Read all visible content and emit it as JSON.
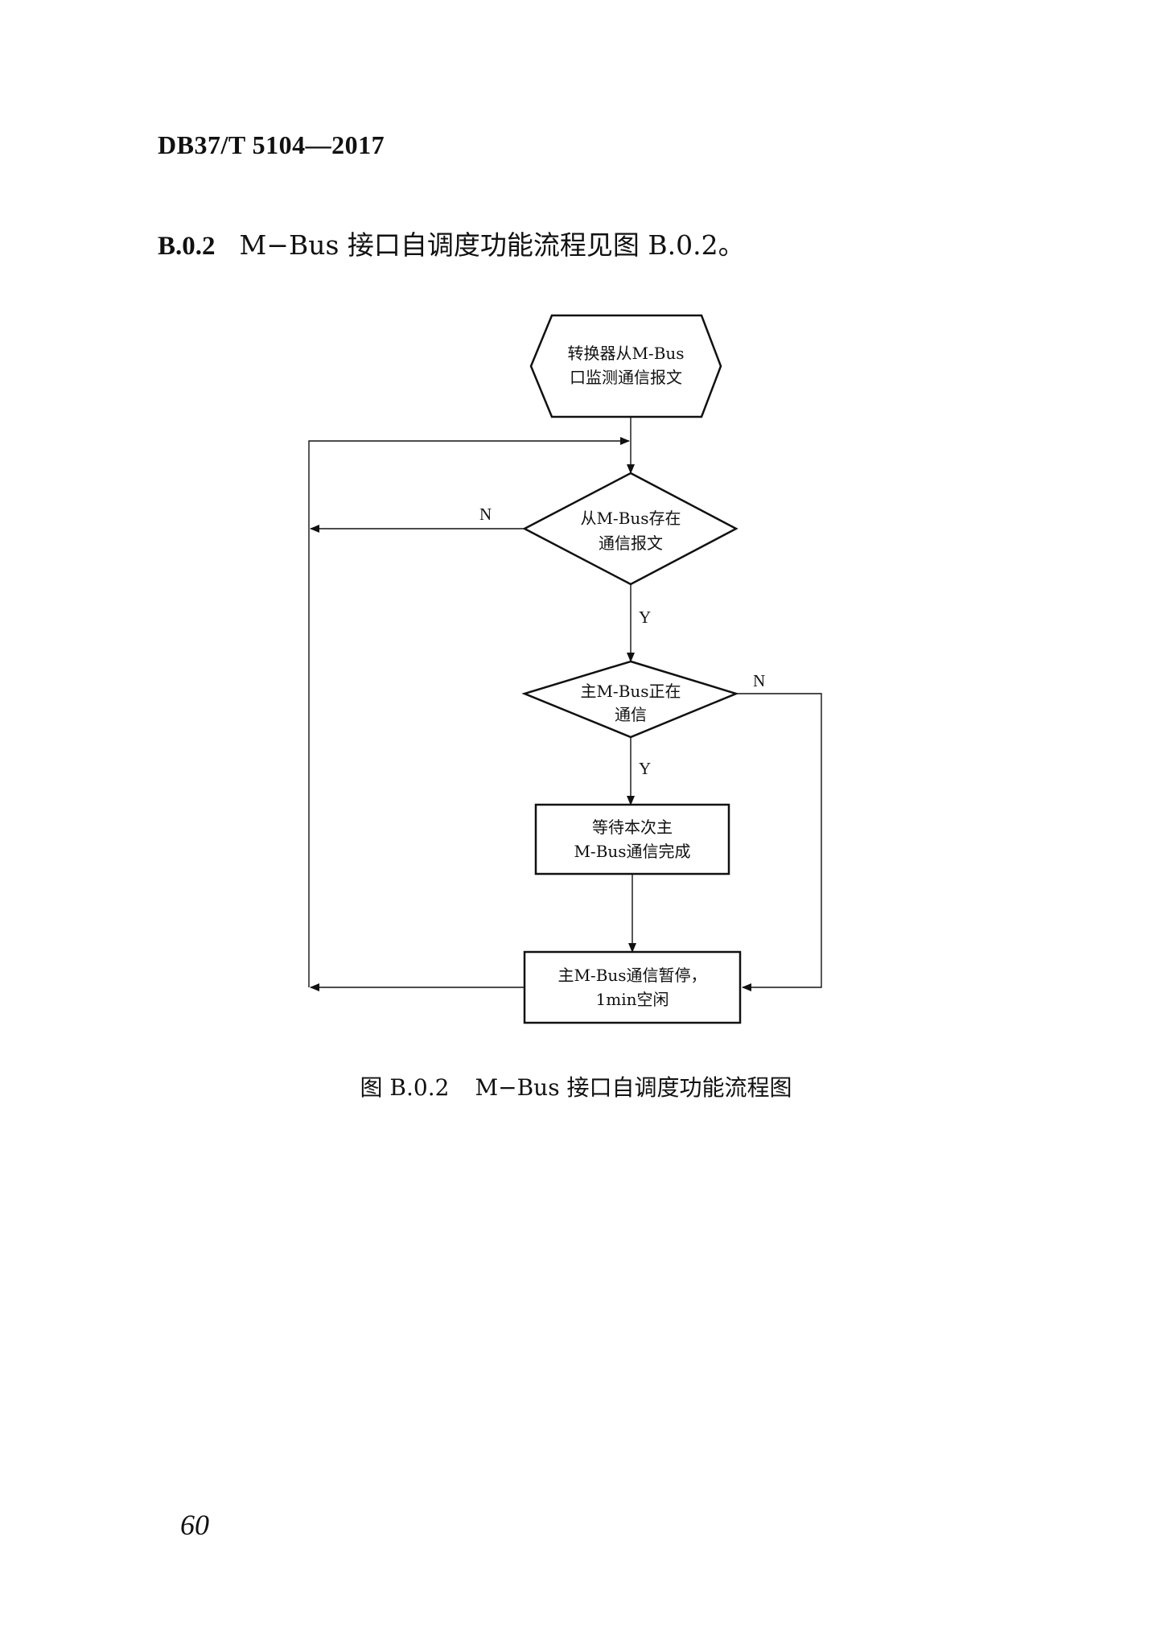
{
  "header": {
    "doc_code": "DB37/T 5104—2017"
  },
  "section": {
    "number": "B.0.2",
    "text": "M−Bus 接口自调度功能流程见图 B.0.2。"
  },
  "flowchart": {
    "start": {
      "line1": "转换器从M-Bus",
      "line2": "口监测通信报文"
    },
    "decision1": {
      "line1": "从M-Bus存在",
      "line2": "通信报文",
      "no_label": "N",
      "yes_label": "Y"
    },
    "decision2": {
      "line1": "主M-Bus正在",
      "line2": "通信",
      "no_label": "N",
      "yes_label": "Y"
    },
    "process1": {
      "line1": "等待本次主",
      "line2": "M-Bus通信完成"
    },
    "process2": {
      "line1": "主M-Bus通信暂停，",
      "line2": "1min空闲"
    }
  },
  "caption": {
    "label": "图 B.0.2",
    "text": "M−Bus 接口自调度功能流程图"
  },
  "page_number": "60"
}
